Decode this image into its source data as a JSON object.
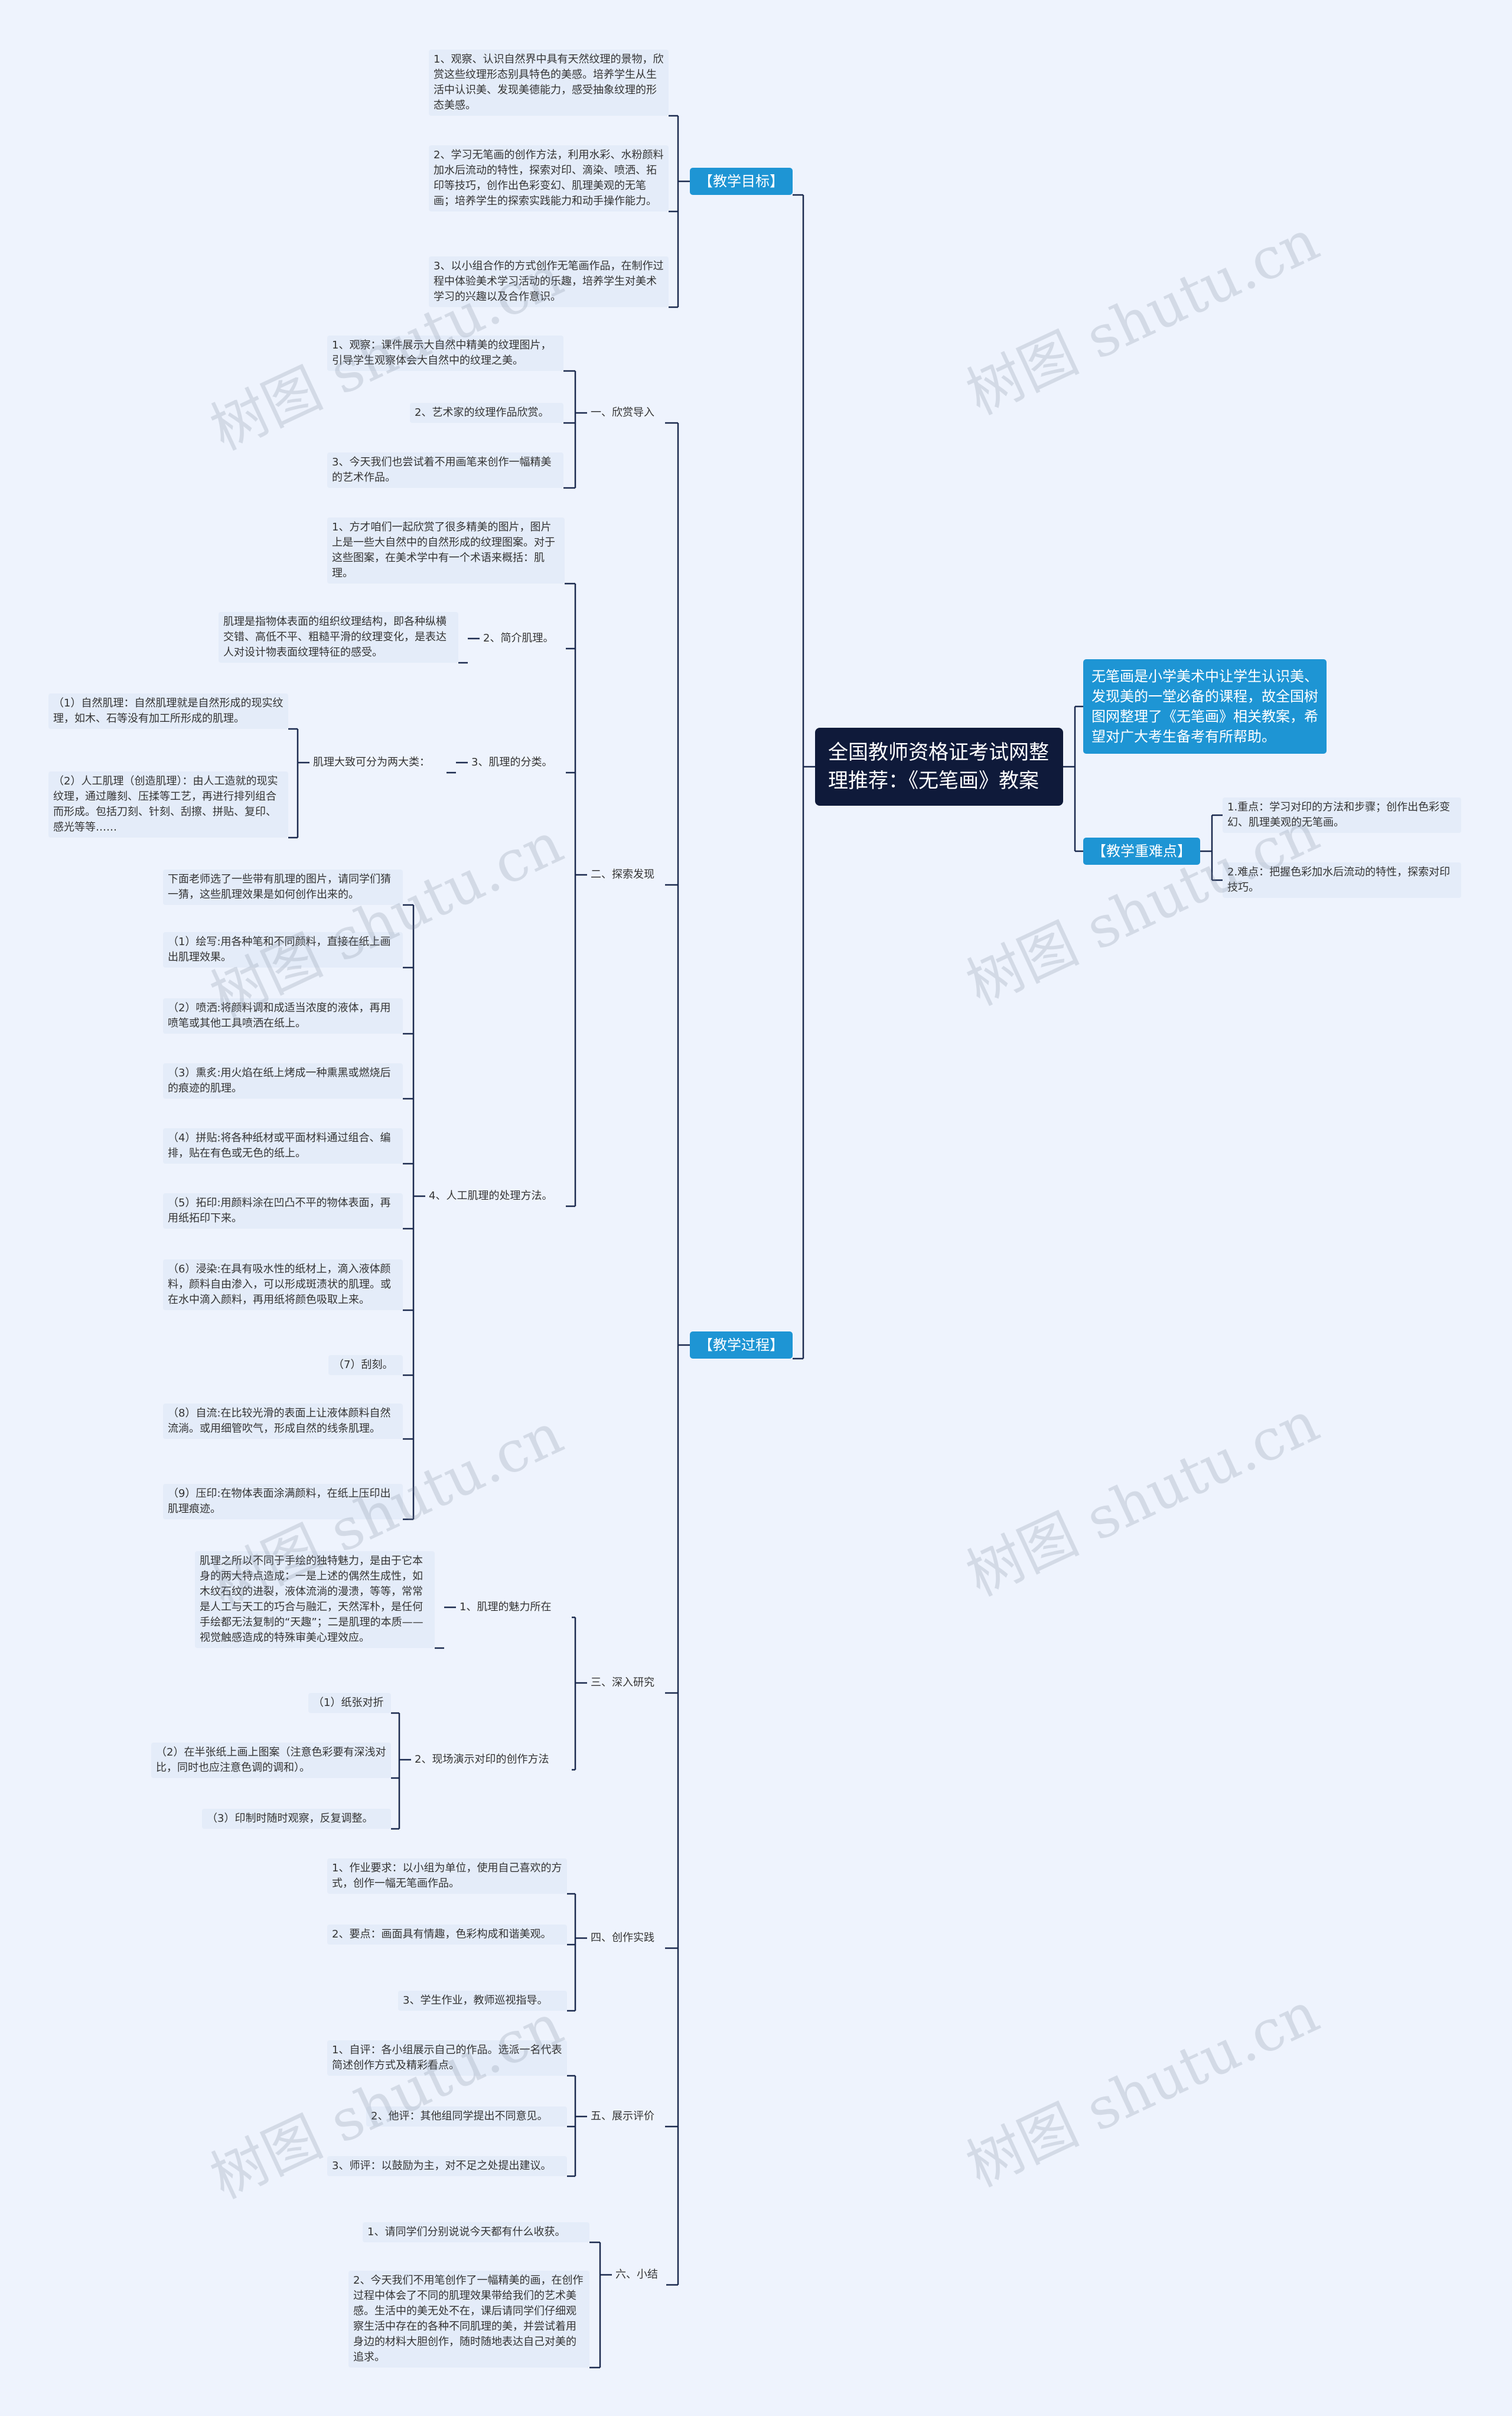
{
  "root": "全国教师资格证考试网整理推荐：《无笔画》教案",
  "intro": "无笔画是小学美术中让学生认识美、发现美的一堂必备的课程，故全国树图网整理了《无笔画》相关教案，希望对广大考生备考有所帮助。",
  "goals": {
    "label": "【教学目标】",
    "items": [
      "1、观察、认识自然界中具有天然纹理的景物，欣赏这些纹理形态别具特色的美感。培养学生从生活中认识美、发现美德能力，感受抽象纹理的形态美感。",
      "2、学习无笔画的创作方法，利用水彩、水粉颜料加水后流动的特性，探索对印、滴染、喷洒、拓印等技巧，创作出色彩变幻、肌理美观的无笔画；培养学生的探索实践能力和动手操作能力。",
      "3、以小组合作的方式创作无笔画作品，在制作过程中体验美术学习活动的乐趣，培养学生对美术学习的兴趣以及合作意识。"
    ]
  },
  "keypoints": {
    "label": "【教学重难点】",
    "items": [
      "1.重点：学习对印的方法和步骤；创作出色彩变幻、肌理美观的无笔画。",
      "2.难点：把握色彩加水后流动的特性，探索对印技巧。"
    ]
  },
  "process": {
    "label": "【教学过程】",
    "s1": {
      "label": "一、欣赏导入",
      "items": [
        "1、观察：课件展示大自然中精美的纹理图片，引导学生观察体会大自然中的纹理之美。",
        "2、艺术家的纹理作品欣赏。",
        "3、今天我们也尝试着不用画笔来创作一幅精美的艺术作品。"
      ]
    },
    "s2": {
      "label": "二、探索发现",
      "p1": "1、方才咱们一起欣赏了很多精美的图片，图片上是一些大自然中的自然形成的纹理图案。对于这些图案，在美术学中有一个术语来概括：肌理。",
      "p2": {
        "label": "2、简介肌理。",
        "text": "肌理是指物体表面的组织纹理结构，即各种纵横交错、高低不平、粗糙平滑的纹理变化，是表达人对设计物表面纹理特征的感受。"
      },
      "p3": {
        "label": "3、肌理的分类。",
        "sub": "肌理大致可分为两大类：",
        "items": [
          "（1）自然肌理：自然肌理就是自然形成的现实纹理，如木、石等没有加工所形成的肌理。",
          "（2）人工肌理（创造肌理）：由人工造就的现实纹理，通过雕刻、压揉等工艺，再进行排列组合而形成。包括刀刻、针刻、刮擦、拼贴、复印、感光等等……"
        ]
      },
      "p4": {
        "label": "4、人工肌理的处理方法。",
        "items": [
          "下面老师选了一些带有肌理的图片，请同学们猜一猜，这些肌理效果是如何创作出来的。",
          "（1）绘写:用各种笔和不同颜料，直接在纸上画出肌理效果。",
          "（2）喷洒:将颜料调和成适当浓度的液体，再用喷笔或其他工具喷洒在纸上。",
          "（3）熏炙:用火焰在纸上烤成一种熏黑或燃烧后的痕迹的肌理。",
          "（4）拼贴:将各种纸材或平面材料通过组合、编排，贴在有色或无色的纸上。",
          "（5）拓印:用颜料涂在凹凸不平的物体表面，再用纸拓印下来。",
          "（6）浸染:在具有吸水性的纸材上，滴入液体颜料，颜料自由渗入，可以形成斑渍状的肌理。或在水中滴入颜料，再用纸将颜色吸取上来。",
          "（7）刮刻。",
          "（8）自流:在比较光滑的表面上让液体颜料自然流淌。或用细管吹气，形成自然的线条肌理。",
          "（9）压印:在物体表面涂满颜料，在纸上压印出肌理痕迹。"
        ]
      }
    },
    "s3": {
      "label": "三、深入研究",
      "p1": {
        "label": "1、肌理的魅力所在",
        "text": "肌理之所以不同于手绘的独特魅力，是由于它本身的两大特点造成：一是上述的偶然生成性，如木纹石纹的进裂，液体流淌的漫溃，等等，常常是人工与天工的巧合与融汇，天然浑朴，是任何手绘都无法复制的“天趣”；二是肌理的本质——视觉触感造成的特殊审美心理效应。"
      },
      "p2": {
        "label": "2、现场演示对印的创作方法",
        "items": [
          "（1）纸张对折",
          "（2）在半张纸上画上图案（注意色彩要有深浅对比，同时也应注意色调的调和）。",
          "（3）印制时随时观察，反复调整。"
        ]
      }
    },
    "s4": {
      "label": "四、创作实践",
      "items": [
        "1、作业要求：以小组为单位，使用自己喜欢的方式，创作一幅无笔画作品。",
        "2、要点：画面具有情趣，色彩构成和谐美观。",
        "3、学生作业，教师巡视指导。"
      ]
    },
    "s5": {
      "label": "五、展示评价",
      "items": [
        "1、自评：各小组展示自己的作品。选派一名代表简述创作方式及精彩看点。",
        "2、他评：其他组同学提出不同意见。",
        "3、师评：以鼓励为主，对不足之处提出建议。"
      ]
    },
    "s6": {
      "label": "六、小结",
      "items": [
        "1、请同学们分别说说今天都有什么收获。",
        "2、今天我们不用笔创作了一幅精美的画，在创作过程中体会了不同的肌理效果带给我们的艺术美感。生活中的美无处不在，课后请同学们仔细观察生活中存在的各种不同肌理的美，并尝试着用身边的材料大胆创作，随时随地表达自己对美的追求。"
      ]
    }
  },
  "watermark": "树图 shutu.cn",
  "colors": {
    "branch": "#1e95d4",
    "root": "#0f1a3a",
    "leaf": "#e4ecf9",
    "line": "#1b2a4e",
    "bg": "#eef3fd"
  }
}
